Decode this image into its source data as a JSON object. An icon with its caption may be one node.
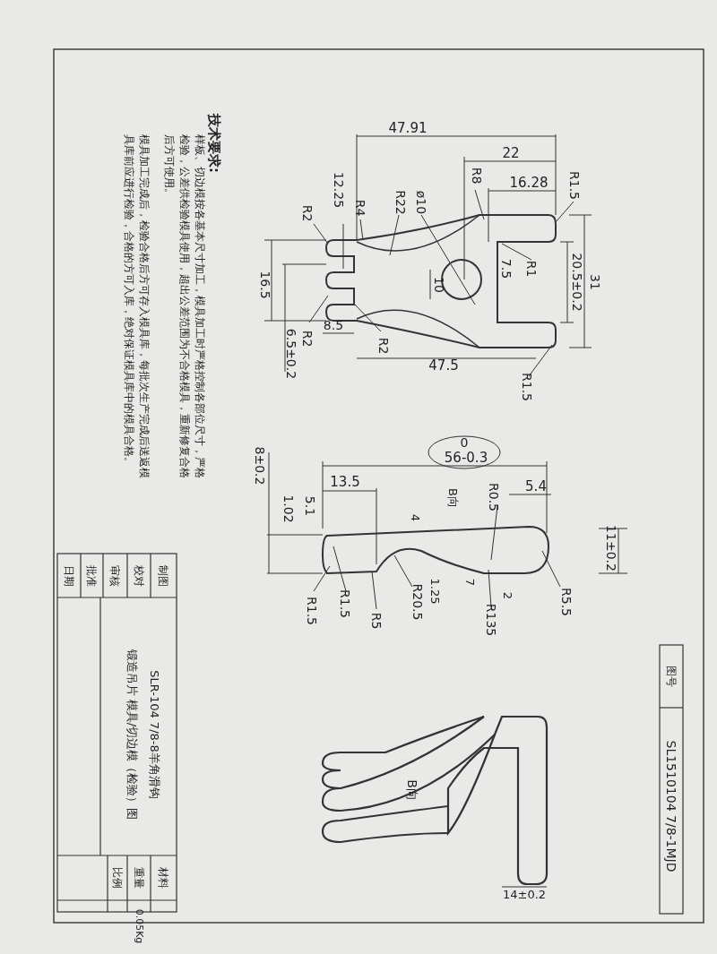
{
  "diagram": {
    "labels": [
      "技术要求:",
      "样板、切边模按各基本尺寸加工，模具加工时严格控制各部位尺寸，严格检验，公差供检验模具使用，超出公差范围为不合格模具，重新修复合格后方可使用。",
      "模具加工完成后，检验合格后方可存入模具库，每批次生产完成后送返模具库前应进行检验，合格的方可入库，绝对保证模具库中的模具合格。",
      "47.91",
      "22",
      "R8",
      "16.28",
      "R1.5",
      "12.25",
      "R4",
      "R22",
      "ø10",
      "R2",
      "R1",
      "7.5",
      "20.5±0.2",
      "31",
      "16.5",
      "10",
      "6.5±0.2",
      "R2",
      "8.5",
      "R2",
      "47.5",
      "R1.5",
      "0",
      "56-0.3",
      "8±0.2",
      "13.5",
      "B向",
      "R0.5",
      "5.4",
      "5.1",
      "1.02",
      "4",
      "11±0.2",
      "7",
      "1.25",
      "2",
      "R1.5",
      "R1.5",
      "R5",
      "R20.5",
      "R135",
      "R5.5",
      "B向",
      "14±0.2",
      "制图",
      "校对",
      "审核",
      "批准",
      "日期",
      "SLR-104 7/8-8羊角滑钩",
      "锻造吊片 模具/切边模（检验）图",
      "材料",
      "重量",
      "0.05Kg",
      "比例",
      "图号",
      "SL1510104 7/8-1MJD"
    ]
  }
}
